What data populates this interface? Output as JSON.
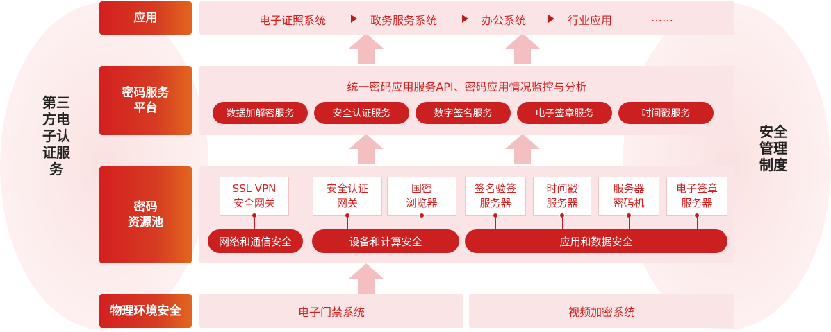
{
  "left_side": {
    "label": "第三方电子认证服务"
  },
  "right_side": {
    "label": "安全管理制度"
  },
  "layers": {
    "application": {
      "label": "应用",
      "items": [
        "电子证照系统",
        "政务服务系统",
        "办公系统",
        "行业应用",
        "……"
      ]
    },
    "platform": {
      "label": "密码服务\n平台",
      "heading": "统一密码应用服务API、密码应用情况监控与分析",
      "services": [
        "数据加解密服务",
        "安全认证服务",
        "数字签名服务",
        "电子签章服务",
        "时间戳服务"
      ]
    },
    "pool": {
      "label": "密码\n资源池",
      "nodes": [
        "SSL VPN\n安全网关",
        "安全认证\n网关",
        "国密\n浏览器",
        "签名验签\n服务器",
        "时间戳\n服务器",
        "服务器\n密码机",
        "电子签章\n服务器"
      ],
      "groups": [
        "网络和通信安全",
        "设备和计算安全",
        "应用和数据安全"
      ]
    },
    "physical": {
      "label": "物理环境安全",
      "systems": [
        "电子门禁系统",
        "视频加密系统"
      ]
    }
  },
  "colors": {
    "primary": "#cc1f1f",
    "panel": "#fbe4e5",
    "side": "#fbe1e1",
    "text": "#d11f1f"
  }
}
